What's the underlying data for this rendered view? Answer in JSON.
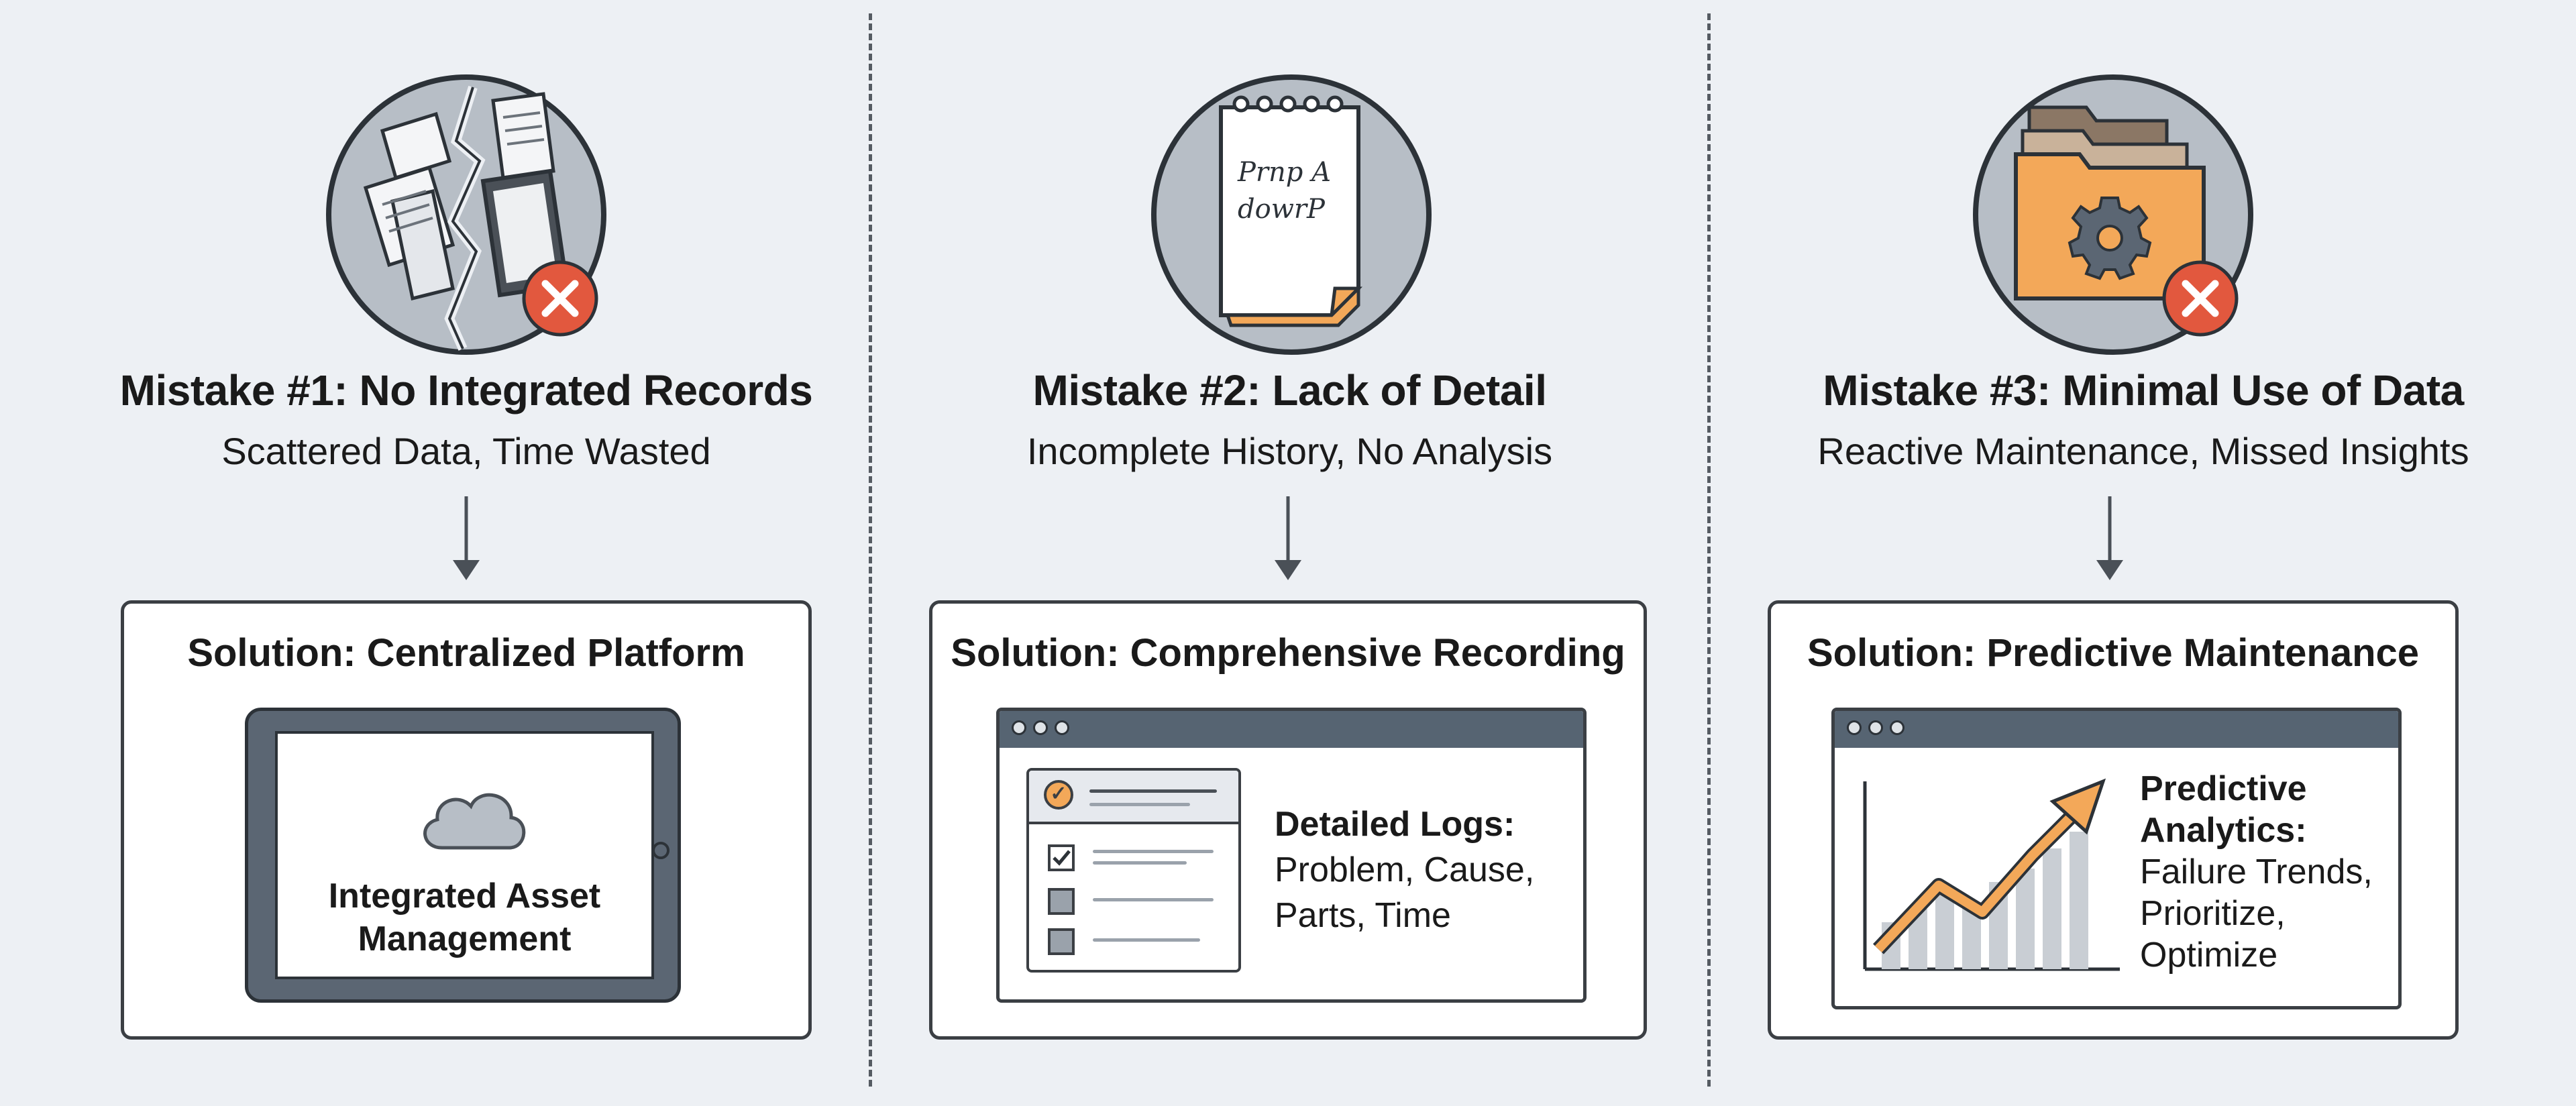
{
  "columns": [
    {
      "mistake_title": "Mistake #1: No Integrated Records",
      "mistake_subtitle": "Scattered Data, Time Wasted",
      "solution_title": "Solution: Centralized Platform",
      "device_text_line1": "Integrated Asset",
      "device_text_line2": "Management",
      "icon": "scattered-documents-icon",
      "badge_icon": "error-x-icon"
    },
    {
      "mistake_title": "Mistake #2: Lack of Detail",
      "mistake_subtitle": "Incomplete History, No Analysis",
      "solution_title": "Solution: Comprehensive Recording",
      "notepad_line1": "Prnp A",
      "notepad_line2": "dowrP",
      "logs_heading": "Detailed Logs:",
      "logs_line1": "Problem, Cause,",
      "logs_line2": "Parts, Time",
      "icon": "notepad-icon"
    },
    {
      "mistake_title": "Mistake #3: Minimal Use of Data",
      "mistake_subtitle": "Reactive Maintenance, Missed Insights",
      "solution_title": "Solution: Predictive Maintenance",
      "analytics_heading_line1": "Predictive",
      "analytics_heading_line2": "Analytics:",
      "analytics_line1": "Failure Trends,",
      "analytics_line2": "Prioritize,",
      "analytics_line3": "Optimize",
      "icon": "folder-gear-icon",
      "badge_icon": "error-x-icon"
    }
  ],
  "colors": {
    "background": "#edf0f4",
    "accent_orange": "#f3a859",
    "error_red": "#e2583e",
    "dark_slate": "#566472",
    "icon_circle": "#b7bec6"
  }
}
